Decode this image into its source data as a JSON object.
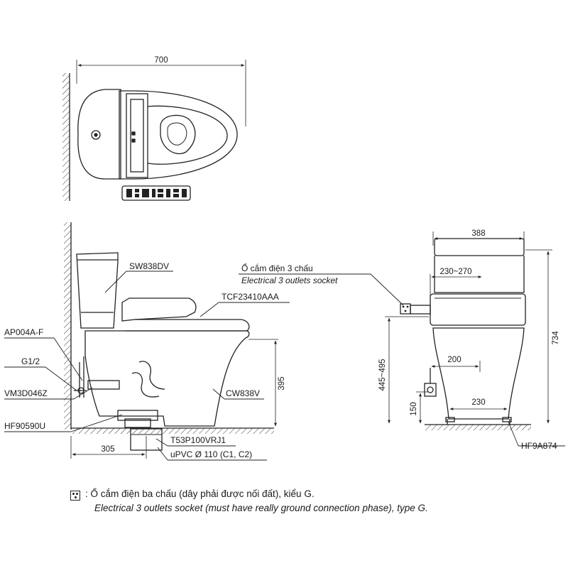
{
  "top_view": {
    "width_dim": "700"
  },
  "side_view": {
    "labels": {
      "tank": "SW838DV",
      "seat": "TCF23410AAA",
      "bowl": "CW838V",
      "flush_valve": "AP004A-F",
      "supply": "G1/2",
      "stop_valve": "VM3D046Z",
      "flange": "HF90590U",
      "outlet": "T53P100VRJ1",
      "pipe": "uPVC Ø 110 (C1, C2)"
    },
    "dims": {
      "height": "395",
      "offset": "305"
    }
  },
  "front_view": {
    "socket_vi": "Ổ cắm điện 3 chấu",
    "socket_en": "Electrical 3 outlets socket",
    "labels": {
      "anchor": "HF9A874"
    },
    "dims": {
      "width": "388",
      "socket_range": "230~270",
      "height": "734",
      "seat_height": "445~495",
      "supply_width": "200",
      "base_width": "230",
      "supply_height": "150"
    }
  },
  "footnote": {
    "vi": "Ổ cắm điện ba chấu (dây phải được nối đất), kiểu G.",
    "en": "Electrical 3 outlets socket (must have really ground connection phase), type G."
  }
}
